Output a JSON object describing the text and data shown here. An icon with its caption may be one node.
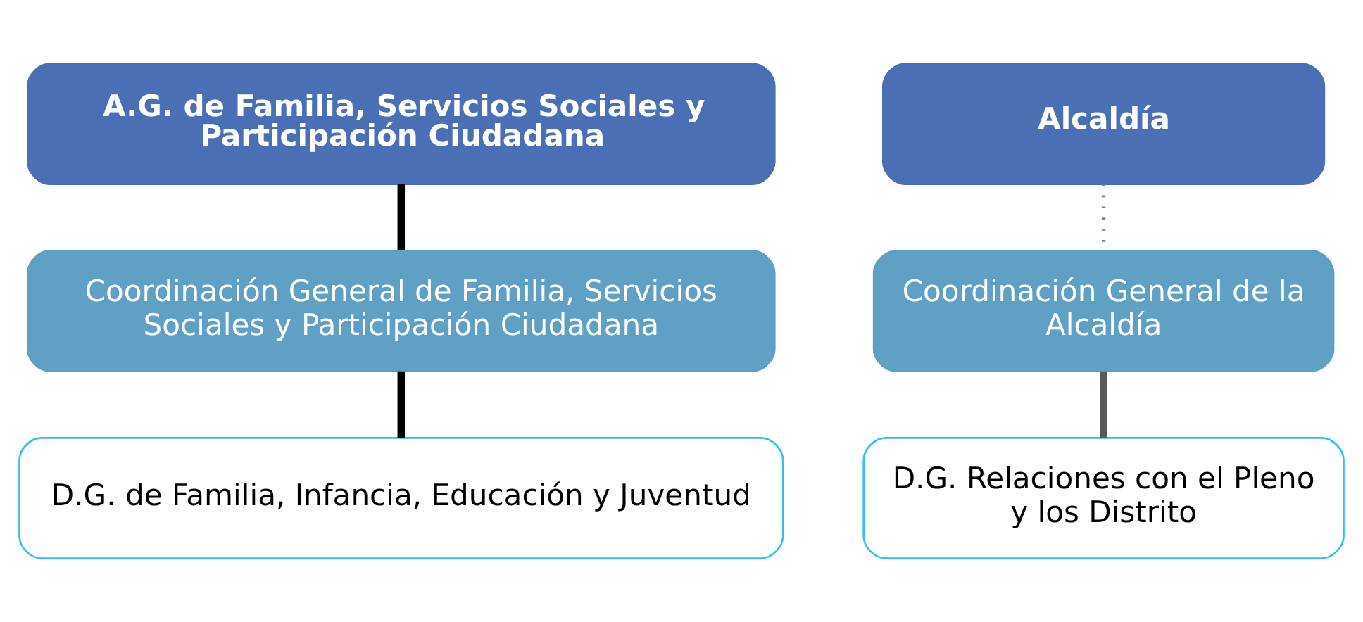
{
  "diagram": {
    "nodes": [
      {
        "text": [
          "A.G. de Familia, Servicios Sociales y Participación Ciudadana"
        ]
      },
      {
        "text": [
          "Coordinación General de Familia, Servicios Sociales y Participación Ciudadana"
        ]
      },
      {
        "text": [
          "D.G. de Familia, Infancia, Educación y Juventud"
        ]
      },
      {
        "text": [
          "Alcaldía"
        ]
      },
      {
        "text": [
          "Coordinación General de la Alcaldía"
        ]
      },
      {
        "text": [
          "D.G. Relaciones con el Pleno y los Distrito"
        ]
      }
    ],
    "edges": [
      {
        "from": 0,
        "to": 1,
        "arrow": "none",
        "color": "#000000"
      },
      {
        "from": 1,
        "to": 2,
        "arrow": "none",
        "color": "#000000"
      },
      {
        "from": 3,
        "to": 4,
        "arrow": "none",
        "style": "dashed",
        "color": "#7f7f7f"
      },
      {
        "from": 4,
        "to": 5,
        "arrow": "none",
        "color": "#595959"
      }
    ]
  }
}
